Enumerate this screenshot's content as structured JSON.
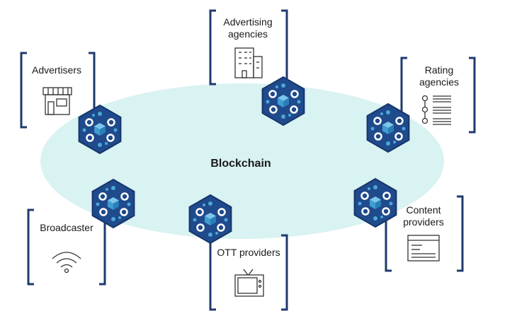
{
  "center": {
    "label": "Blockchain"
  },
  "colors": {
    "ellipse": "#d9f2f2",
    "node": "#1f4a8c",
    "node_ring": "#16356b",
    "cube": "#4aa8d8",
    "bracket": "#1f3a6e"
  },
  "participants": [
    {
      "id": "advertising-agencies",
      "lines": [
        "Advertising",
        "agencies"
      ],
      "icon": "office-building-icon"
    },
    {
      "id": "advertisers",
      "lines": [
        "Advertisers"
      ],
      "icon": "storefront-icon"
    },
    {
      "id": "rating-agencies",
      "lines": [
        "Rating",
        "agencies"
      ],
      "icon": "list-chart-icon"
    },
    {
      "id": "broadcaster",
      "lines": [
        "Broadcaster"
      ],
      "icon": "wifi-icon"
    },
    {
      "id": "ott-providers",
      "lines": [
        "OTT providers"
      ],
      "icon": "television-icon"
    },
    {
      "id": "content-providers",
      "lines": [
        "Content",
        "providers"
      ],
      "icon": "browser-window-icon"
    }
  ]
}
